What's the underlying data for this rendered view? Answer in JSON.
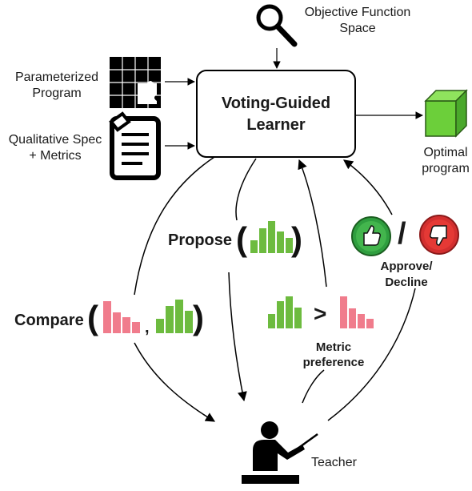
{
  "learner": {
    "line1": "Voting-Guided",
    "line2": "Learner"
  },
  "objective": {
    "line1": "Objective Function",
    "line2": "Space"
  },
  "param_program": {
    "line1": "Parameterized",
    "line2": "Program"
  },
  "qual_spec": {
    "line1": "Qualitative Spec",
    "line2": "+ Metrics"
  },
  "optimal": {
    "line1": "Optimal",
    "line2": "program"
  },
  "propose": {
    "label": "Propose"
  },
  "compare": {
    "label": "Compare",
    "comma": ","
  },
  "metric_pref": {
    "symbol": ">",
    "line1": "Metric",
    "line2": "preference"
  },
  "approve": {
    "slash": "/",
    "line1": "Approve/",
    "line2": "Decline"
  },
  "teacher": {
    "label": "Teacher"
  },
  "paren": {
    "open": "(",
    "close": ")"
  },
  "colors": {
    "green_bars": "#6dbb3f",
    "pink_bars": "#f07c8c",
    "approve_green": "#2f9e3f",
    "decline_red": "#d32f2f",
    "cube_green": "#6ccf3a"
  },
  "icons": [
    "magnifier-icon",
    "puzzle-icon",
    "document-pencil-icon",
    "cube-icon",
    "thumbs-up-icon",
    "thumbs-down-icon",
    "teacher-icon"
  ]
}
